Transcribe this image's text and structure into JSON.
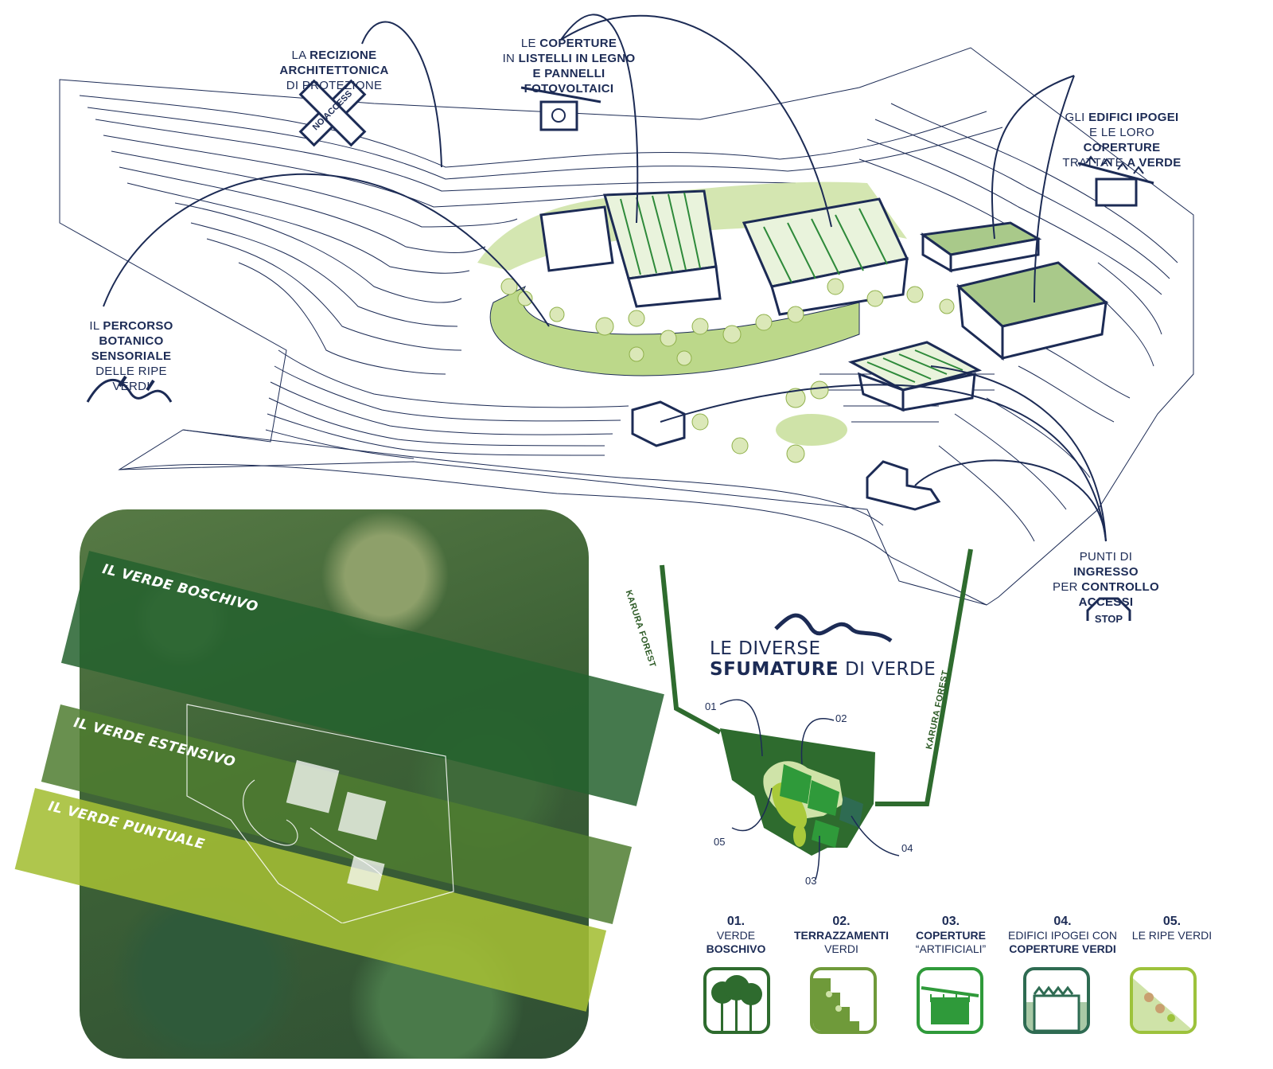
{
  "labels": {
    "recizione": {
      "l1_a": "LA ",
      "l1_b": "RECIZIONE",
      "l2": "ARCHITETTONICA",
      "l3": "DI PROTEZIONE"
    },
    "coperture": {
      "l1_a": "LE ",
      "l1_b": "COPERTURE",
      "l2_a": "IN ",
      "l2_b": "LISTELLI IN LEGNO",
      "l3": "E PANNELLI FOTOVOLTAICI"
    },
    "ipogei": {
      "l1_a": "GLI ",
      "l1_b": "EDIFICI IPOGEI",
      "l2_a": "E LE LORO ",
      "l2_b": "COPERTURE",
      "l3_a": "TRATTATE ",
      "l3_b": "A VERDE"
    },
    "percorso": {
      "l1_a": "IL ",
      "l1_b": "PERCORSO",
      "l2": "BOTANICO",
      "l3": "SENSORIALE",
      "l4": "DELLE RIPE VERDI"
    },
    "ingresso": {
      "l1_a": "PUNTI DI ",
      "l1_b": "INGRESSO",
      "l2_a": "PER ",
      "l2_b": "CONTROLLO",
      "l3": "ACCESSI"
    },
    "no_access": "NO ACCESS",
    "stop": "STOP"
  },
  "aerial_bands": {
    "boschivo": "IL VERDE BOSCHIVO",
    "estensivo": "IL VERDE ESTENSIVO",
    "puntuale": "IL VERDE PUNTUALE"
  },
  "legend": {
    "title_a": "LE DIVERSE",
    "title_b": "SFUMATURE",
    "title_c": " DI VERDE",
    "karura_left": "KARURA FOREST",
    "karura_right": "KARURA FOREST",
    "markers": [
      "01",
      "02",
      "03",
      "04",
      "05"
    ]
  },
  "categories": [
    {
      "num": "01.",
      "l1": "VERDE",
      "l2": "BOSCHIVO",
      "color": "#2e6b2e"
    },
    {
      "num": "02.",
      "l1": "TERRAZZAMENTI",
      "l2": "VERDI",
      "color": "#6f9a3a"
    },
    {
      "num": "03.",
      "l1": "COPERTURE",
      "l2": "“ARTIFICIALI”",
      "color": "#2f9a3a"
    },
    {
      "num": "04.",
      "l1": "EDIFICI IPOGEI CON",
      "l2": "COPERTURE VERDI",
      "color": "#2e6b52"
    },
    {
      "num": "05.",
      "l1": "LE RIPE",
      "l2": "VERDI",
      "color": "#9dc23c"
    }
  ],
  "colors": {
    "navy": "#1c2b55",
    "dark_green": "#2e6b2e",
    "mid_green": "#5a8a35",
    "light_green": "#a9c93a",
    "pale_green": "#cfe3a8"
  }
}
